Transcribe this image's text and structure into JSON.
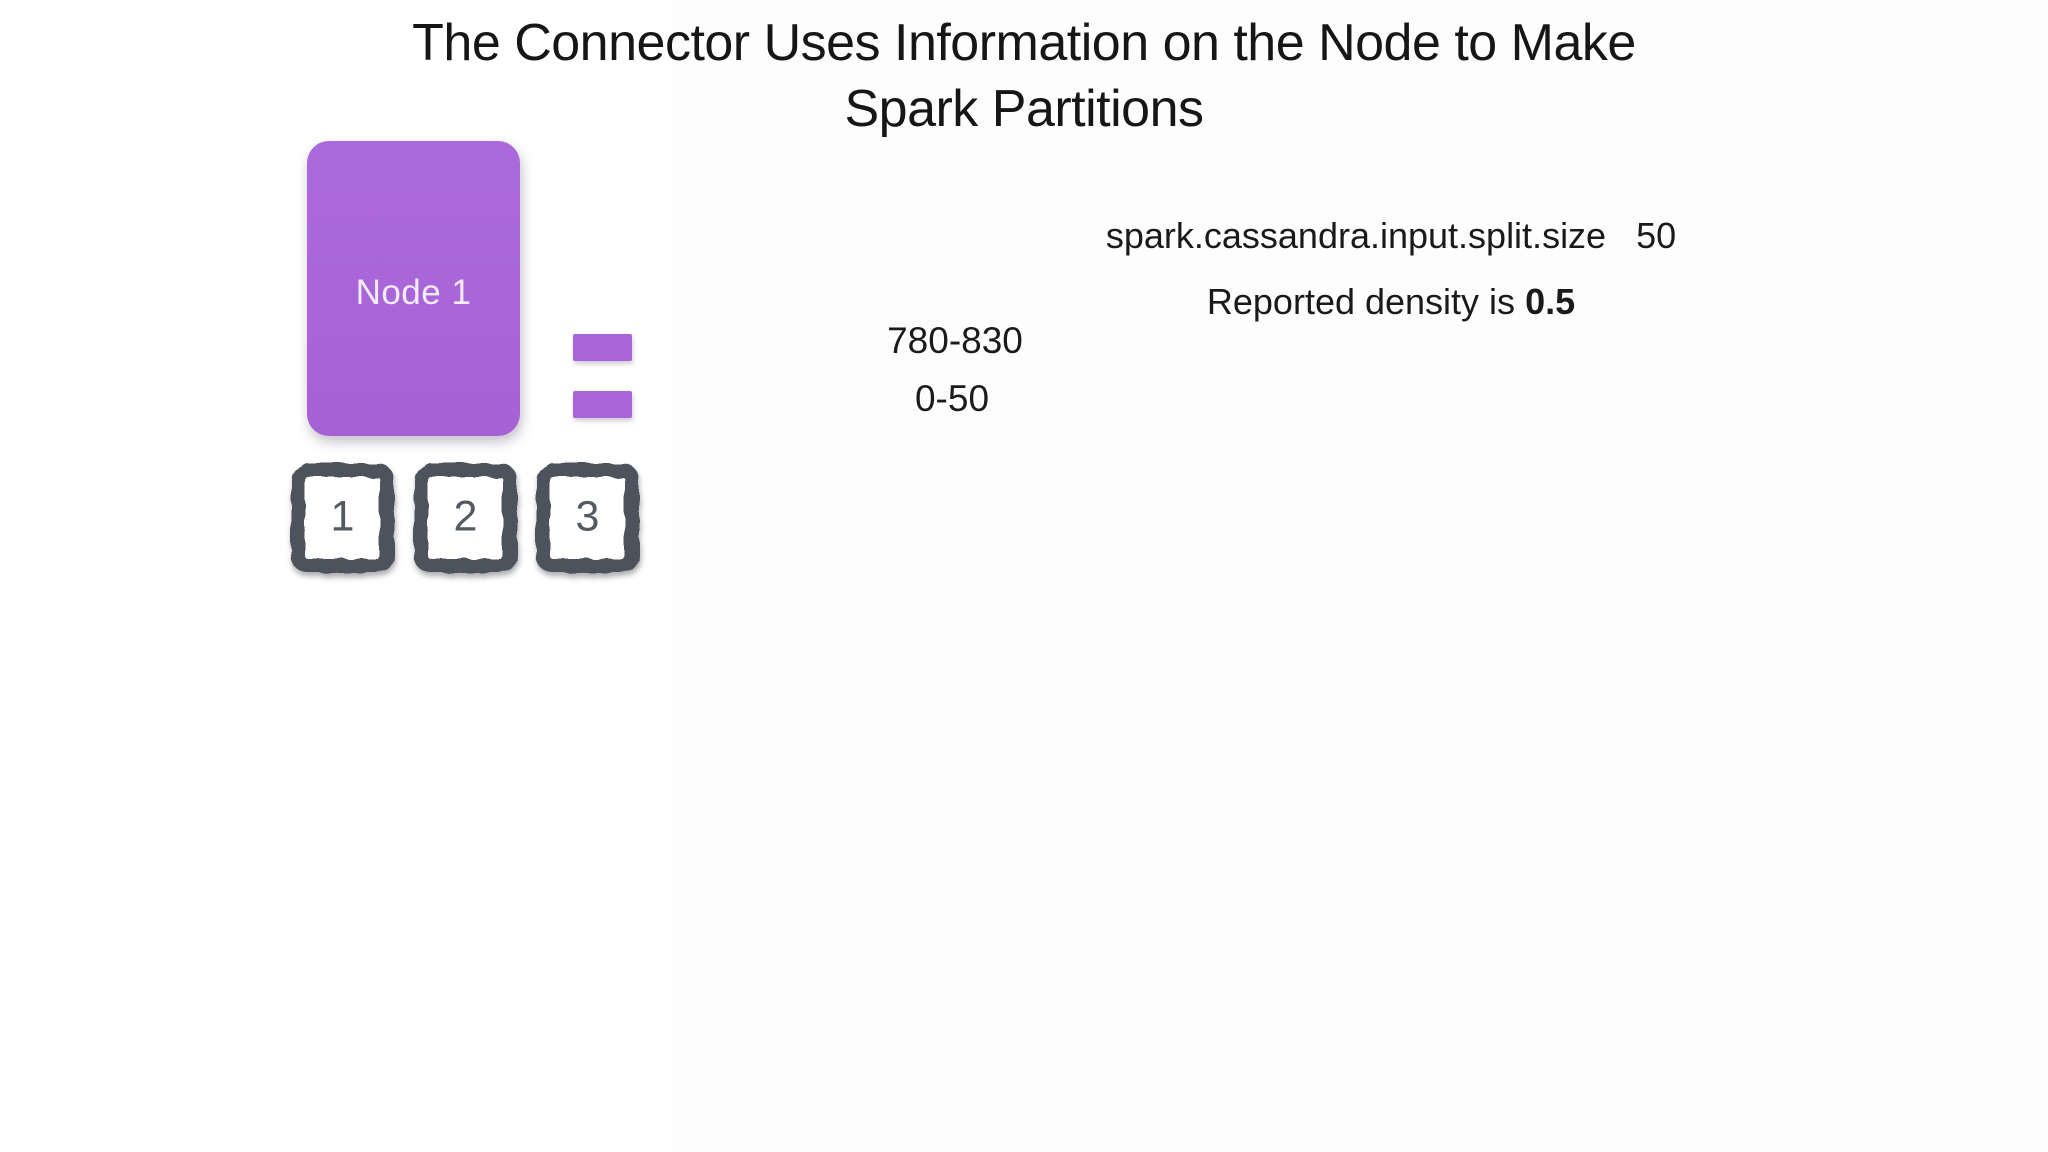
{
  "slide": {
    "title_line1": "The Connector Uses Information on the Node to Make",
    "title_line2": "Spark Partitions"
  },
  "node": {
    "label": "Node 1"
  },
  "token_ranges": {
    "range_a": "780-830",
    "range_b": "0-50"
  },
  "config": {
    "split_size_key": "spark.cassandra.input.split.size",
    "split_size_value": "50",
    "density_prefix": "Reported density is ",
    "density_value": "0.5"
  },
  "partitions": [
    {
      "label": "1"
    },
    {
      "label": "2"
    },
    {
      "label": "3"
    }
  ],
  "colors": {
    "node_purple": "#a765d8",
    "partition_frame_gray": "#4d525b",
    "partition_number_gray": "#555a61",
    "title_text": "#161616",
    "background": "#ffffff"
  }
}
